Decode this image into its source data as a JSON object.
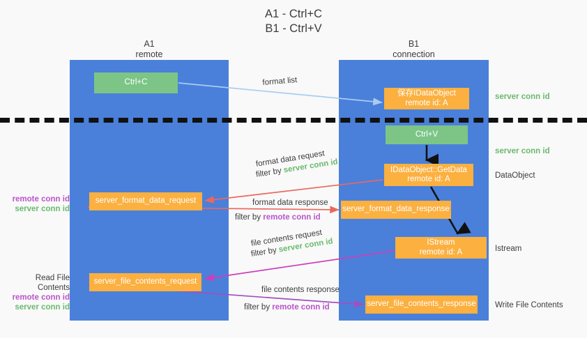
{
  "title": {
    "line1": "A1 - Ctrl+C",
    "line2": "B1 - Ctrl+V"
  },
  "lanes": [
    {
      "id": "a1",
      "name": "A1",
      "role": "remote",
      "color": "#4a80da"
    },
    {
      "id": "b1",
      "name": "B1",
      "role": "connection",
      "color": "#4a80da"
    }
  ],
  "colors": {
    "lane_blue": "#4a80da",
    "box_green": "#7cc587",
    "box_orange": "#fbb040",
    "arrow_lightblue": "#a9cdf0",
    "arrow_red": "#e8695f",
    "arrow_magenta": "#cc3fbb",
    "arrow_purple": "#a24fc4",
    "arrow_black": "#111111",
    "text_green": "#6aba6e",
    "text_purple": "#b955c9",
    "background": "#f9f9f9"
  },
  "boxes": {
    "ctrl_c": {
      "label": "Ctrl+C",
      "sub": "",
      "kind": "green"
    },
    "iface_save": {
      "label": "保存IDataObject",
      "sub": "remote id: A",
      "kind": "orange"
    },
    "ctrl_v": {
      "label": "Ctrl+V",
      "sub": "",
      "kind": "green"
    },
    "getdata": {
      "label": "IDataObject::GetData",
      "sub": "remote id: A",
      "kind": "orange"
    },
    "server_format_data_request": {
      "label": "server_format_data_request",
      "sub": "",
      "kind": "orange"
    },
    "server_format_data_response": {
      "label": "server_format_data_response",
      "sub": "",
      "kind": "orange"
    },
    "istream": {
      "label": "IStream",
      "sub": "remote id: A",
      "kind": "orange"
    },
    "server_file_contents_request": {
      "label": "server_file_contents_request",
      "sub": "",
      "kind": "orange"
    },
    "server_file_contents_response": {
      "label": "server_file_contents_response",
      "sub": "",
      "kind": "orange"
    }
  },
  "edge_labels": {
    "format_list": "format list",
    "format_data_request": "format data request",
    "format_data_request_filter_prefix": "filter by ",
    "format_data_request_filter_key": "server conn id",
    "format_data_response": "format data response",
    "format_data_response_filter_prefix": "filter by ",
    "format_data_response_filter_key": "remote conn id",
    "file_contents_request": "file contents request",
    "file_contents_request_filter_prefix": "filter by ",
    "file_contents_request_filter_key": "server conn id",
    "file_contents_response": "file contents response",
    "file_contents_response_filter_prefix": "filter by ",
    "file_contents_response_filter_key": "remote conn id"
  },
  "annotations": {
    "server_conn_id_top": "server conn id",
    "server_conn_id_mid": "server conn id",
    "dataobject": "DataObject",
    "istream": "Istream",
    "write_file_contents": "Write File Contents",
    "read_file_contents": "Read File Contents",
    "remote_conn_id": "remote conn id",
    "server_conn_id": "server conn id"
  }
}
